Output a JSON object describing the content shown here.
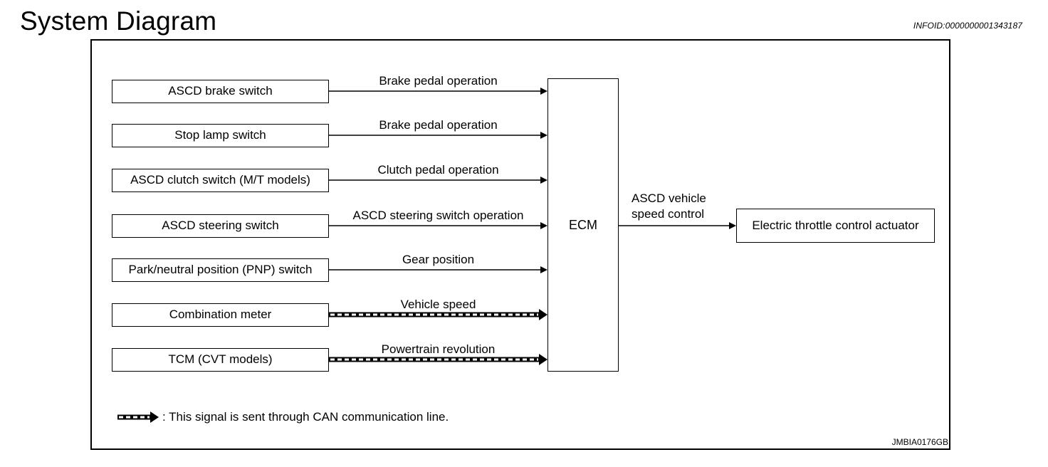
{
  "title": "System Diagram",
  "info_id": "INFOID:0000000001343187",
  "inputs": [
    {
      "label": "ASCD brake switch",
      "signal": "Brake pedal operation",
      "can": false
    },
    {
      "label": "Stop lamp switch",
      "signal": "Brake pedal operation",
      "can": false
    },
    {
      "label": "ASCD clutch switch (M/T models)",
      "signal": "Clutch pedal operation",
      "can": false
    },
    {
      "label": "ASCD steering switch",
      "signal": "ASCD steering switch operation",
      "can": false
    },
    {
      "label": "Park/neutral position (PNP) switch",
      "signal": "Gear position",
      "can": false
    },
    {
      "label": "Combination meter",
      "signal": "Vehicle speed",
      "can": true
    },
    {
      "label": "TCM (CVT models)",
      "signal": "Powertrain revolution",
      "can": true
    }
  ],
  "ecm_label": "ECM",
  "output": {
    "signal_line1": "ASCD vehicle",
    "signal_line2": "speed control",
    "label": "Electric throttle control actuator"
  },
  "legend": ": This signal is sent through CAN communication line.",
  "figure_id": "JMBIA0176GB"
}
